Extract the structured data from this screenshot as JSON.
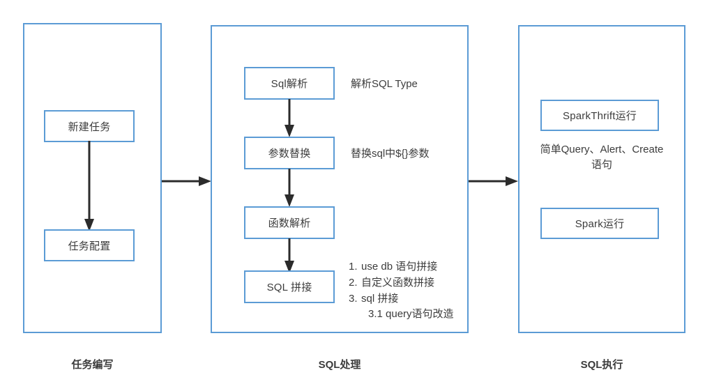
{
  "diagram": {
    "type": "flowchart",
    "background": "#ffffff",
    "accent_color": "#5b9bd5",
    "arrow_color": "#2b2b2b",
    "text_color": "#3c3c3c"
  },
  "stages": [
    {
      "id": "task-authoring",
      "caption": "任务编写",
      "nodes": [
        {
          "id": "new-task",
          "label": "新建任务"
        },
        {
          "id": "task-config",
          "label": "任务配置"
        }
      ]
    },
    {
      "id": "sql-processing",
      "caption": "SQL处理",
      "nodes": [
        {
          "id": "sql-parse",
          "label": "Sql解析",
          "note": "解析SQL Type"
        },
        {
          "id": "param-replace",
          "label": "参数替换",
          "note": "替换sql中${}参数"
        },
        {
          "id": "function-parse",
          "label": "函数解析",
          "note": ""
        },
        {
          "id": "sql-concat",
          "label": "SQL 拼接",
          "note": ""
        }
      ],
      "concat_steps": [
        {
          "num": "1.",
          "text": "use db 语句拼接"
        },
        {
          "num": "2.",
          "text": "自定义函数拼接"
        },
        {
          "num": "3.",
          "text": "sql 拼接"
        }
      ],
      "concat_substep": "3.1 query语句改造"
    },
    {
      "id": "sql-execution",
      "caption": "SQL执行",
      "nodes": [
        {
          "id": "spark-thrift-run",
          "label": "SparkThrift运行"
        },
        {
          "id": "spark-run",
          "label": "Spark运行"
        }
      ],
      "note_line1": "简单Query、Alert、Create",
      "note_line2": "语句"
    }
  ]
}
